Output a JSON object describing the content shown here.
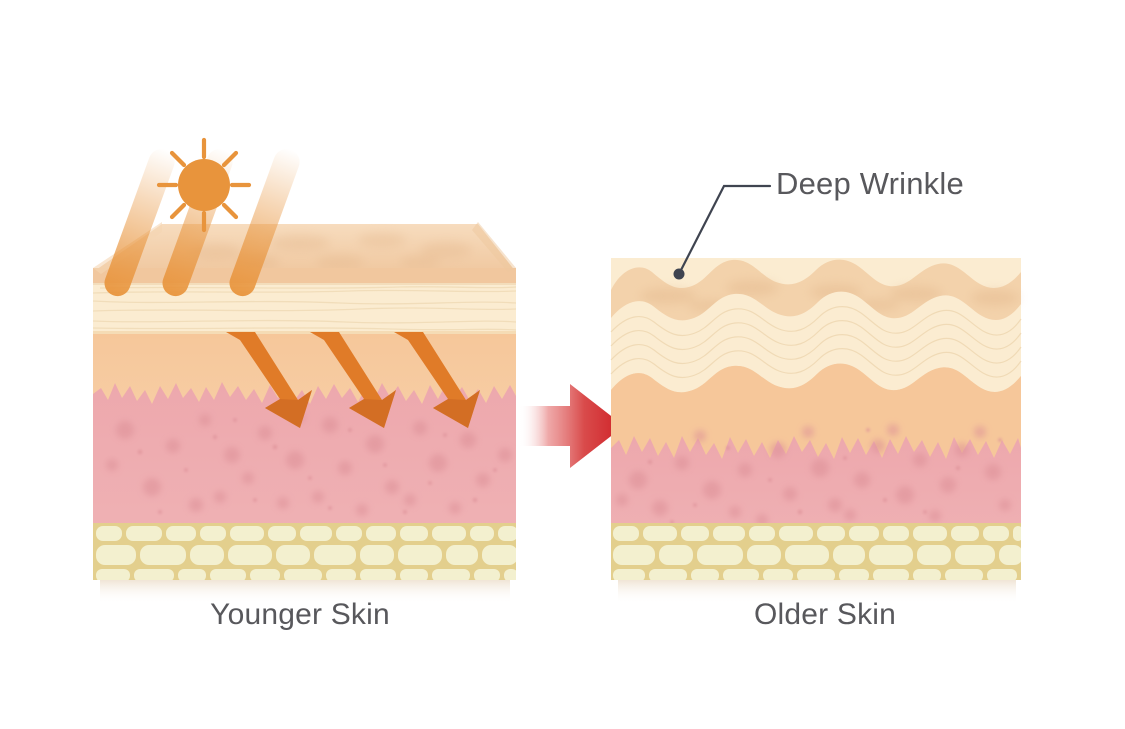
{
  "figure": {
    "title_visible": false,
    "background_color": "#ffffff",
    "type": "anatomical-cross-section-comparison",
    "subject": "skin aging cross section"
  },
  "panels": [
    {
      "id": "younger",
      "caption": "Younger Skin",
      "surface": "smooth",
      "has_sun": true,
      "has_uv_rays": true,
      "ray_count": 3,
      "internal_arrow_count": 3
    },
    {
      "id": "older",
      "caption": "Older Skin",
      "surface": "wavy-wrinkled",
      "has_sun": false,
      "has_uv_rays": false,
      "annotation": "Deep Wrinkle"
    }
  ],
  "annotations": {
    "deep_wrinkle": {
      "label": "Deep Wrinkle",
      "leader_dot": true
    }
  },
  "transition": {
    "arrow": "right-arrow",
    "color": "#d22b2b",
    "gradient_from": "#ffffff",
    "gradient_to": "#cf2026"
  },
  "layers": [
    {
      "name": "epidermis-surface",
      "color": "#f3d0ac"
    },
    {
      "name": "stratum-corneum",
      "color": "#fbecd1"
    },
    {
      "name": "epidermis-lower",
      "color": "#f6c596"
    },
    {
      "name": "dermis",
      "color": "#eeaaae"
    },
    {
      "name": "subcutaneous-fat",
      "color": "#e3cf8d",
      "cell_color": "#f3f0cf"
    }
  ],
  "colors": {
    "sun": "#e8943c",
    "uv_ray": "#e8943c",
    "internal_arrow": "#e07b28",
    "internal_arrow_dark": "#c96420",
    "caption_text": "#58585c",
    "leader_line": "#3f4450",
    "dermis_spot": "#dd9097"
  },
  "captions": {
    "younger": "Younger Skin",
    "older": "Older Skin"
  },
  "icons": {
    "sun": "sun-icon",
    "transition": "right-arrow-icon"
  }
}
